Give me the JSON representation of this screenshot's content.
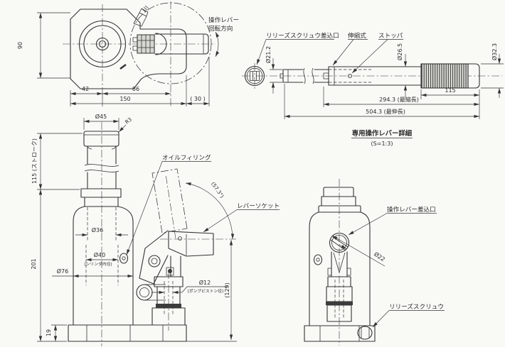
{
  "colors": {
    "paper": "#f9f9f6",
    "ink": "#333333"
  },
  "top_view": {
    "rot1": "操作レバー",
    "rot2": "回転方向",
    "d90": "90",
    "d42": "42",
    "d86": "86",
    "d150": "150",
    "d30": "( 30 )"
  },
  "lever": {
    "label_release_port": "リリーズスクリュウ差込口",
    "label_telescopic": "伸縮式",
    "label_stopper": "ストッパ",
    "d21": "Ø21.2",
    "d26": "Ø26.5",
    "d32": "Ø32.3",
    "d115": "115",
    "len_min": "294.3 (最縮長)",
    "len_max": "504.3 (最伸長)",
    "title": "専用操作レバー詳細",
    "scale_note": "(S=1:3)"
  },
  "front": {
    "label_oil": "オイルフィリング",
    "label_socket": "レバーソケット",
    "d45": "Ø45",
    "r3": "R3",
    "stroke": "115 (ストローク)",
    "h201": "201",
    "h19": "19",
    "d36": "Ø36",
    "d40": "Ø40",
    "d40_note": "(シリンダ内径)",
    "d76": "Ø76",
    "d12": "Ø12",
    "d12_note": "(ポンプピストン径)",
    "h129": "(129)",
    "angle": "(57.3°)"
  },
  "side": {
    "label_port": "操作レバー差込口",
    "label_screw": "リリーズスクリュウ",
    "d22": "Ø22"
  }
}
